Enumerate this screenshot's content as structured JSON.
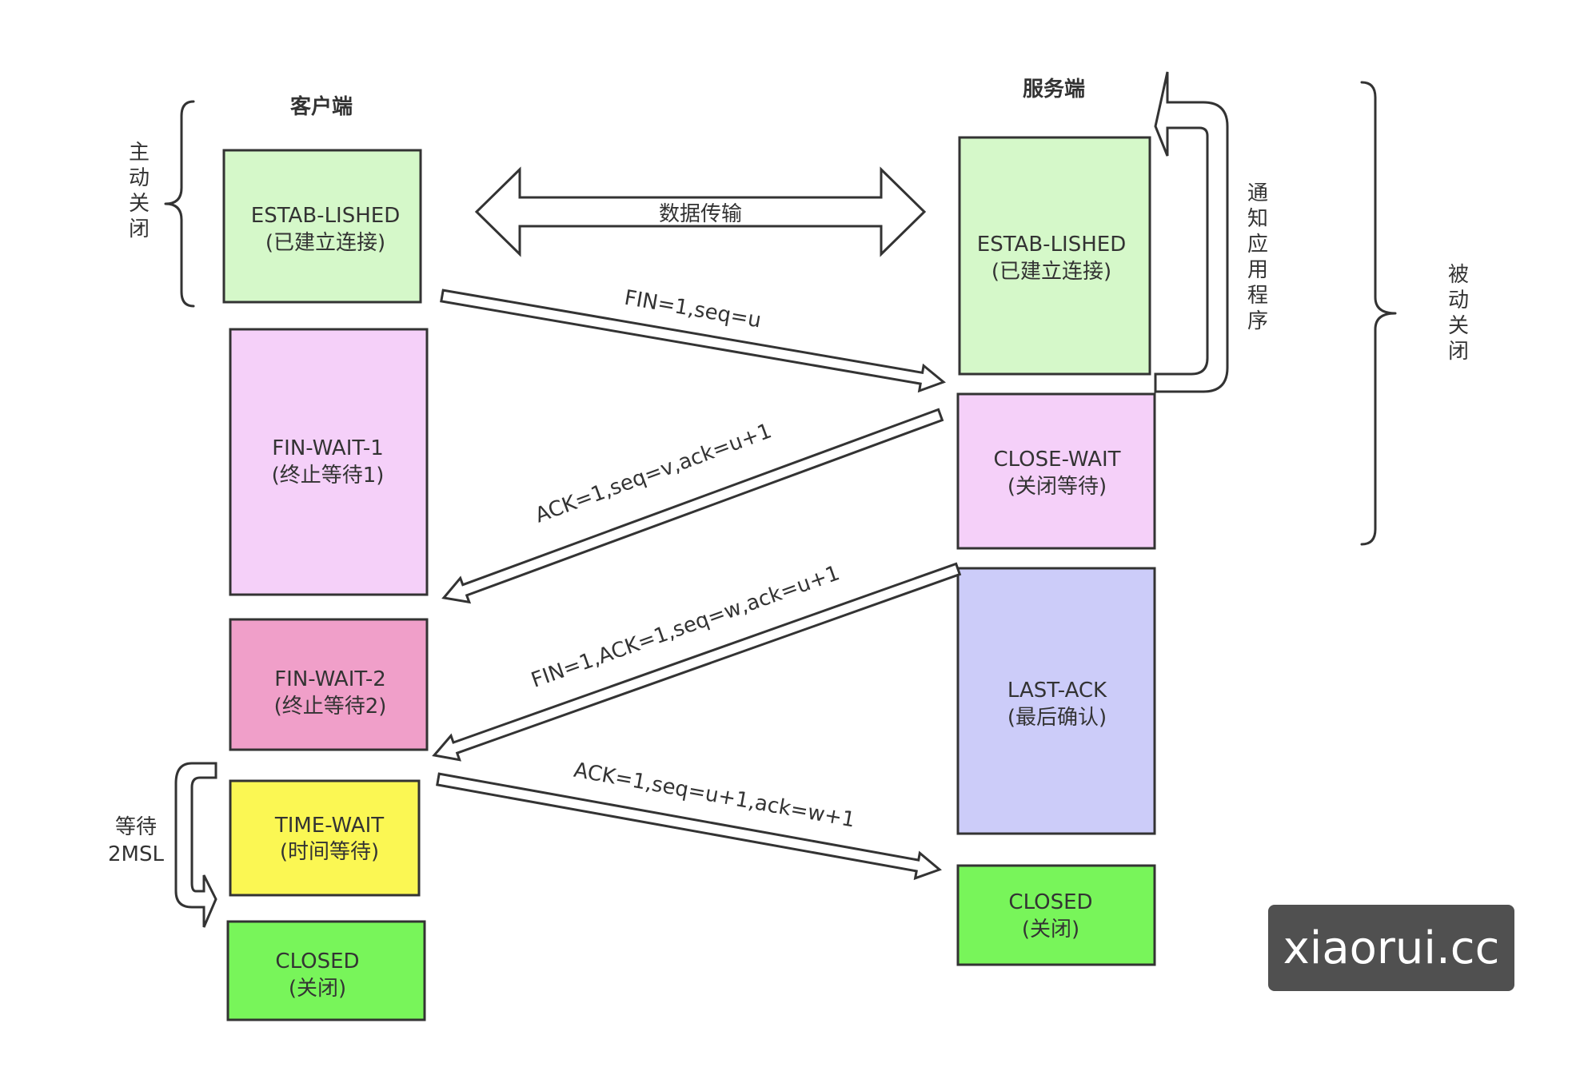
{
  "headers": {
    "client": "客户端",
    "server": "服务端"
  },
  "side_labels": {
    "active_close": [
      "主",
      "动",
      "关",
      "闭"
    ],
    "passive_close": [
      "被",
      "动",
      "关",
      "闭"
    ],
    "notify_app": [
      "通",
      "知",
      "应",
      "用",
      "程",
      "序"
    ],
    "wait_2msl": [
      "等待",
      "2MSL"
    ]
  },
  "client_states": [
    {
      "name": "ESTAB-LISHED",
      "desc": "(已建立连接)",
      "color": "#d5f8c9"
    },
    {
      "name": "FIN-WAIT-1",
      "desc": "(终止等待1)",
      "color": "#f5d0f9"
    },
    {
      "name": "FIN-WAIT-2",
      "desc": "(终止等待2)",
      "color": "#f09fc9"
    },
    {
      "name": "TIME-WAIT",
      "desc": "(时间等待)",
      "color": "#fbf753"
    },
    {
      "name": "CLOSED",
      "desc": "(关闭)",
      "color": "#78f55a"
    }
  ],
  "server_states": [
    {
      "name": "ESTAB-LISHED",
      "desc": "(已建立连接)",
      "color": "#d5f8c9"
    },
    {
      "name": "CLOSE-WAIT",
      "desc": "(关闭等待)",
      "color": "#f5d0f9"
    },
    {
      "name": "LAST-ACK",
      "desc": "(最后确认)",
      "color": "#ccccf9"
    },
    {
      "name": "CLOSED",
      "desc": "(关闭)",
      "color": "#78f55a"
    }
  ],
  "messages": {
    "data_transfer": "数据传输",
    "fin1": "FIN=1,seq=u",
    "ack1": "ACK=1,seq=v,ack=u+1",
    "fin2": "FIN=1,ACK=1,seq=w,ack=u+1",
    "ack2": "ACK=1,seq=u+1,ack=w+1"
  },
  "watermark": "xiaorui.cc"
}
